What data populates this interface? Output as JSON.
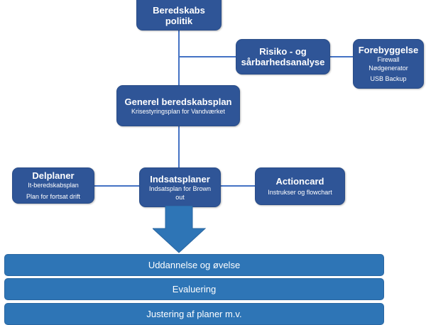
{
  "diagram": {
    "nodes": {
      "politik": {
        "title": "Beredskabs",
        "title2": "politik"
      },
      "risiko": {
        "title": "Risiko - og",
        "title2": "sårbarhedsanalyse"
      },
      "forebyggelse": {
        "title": "Forebyggelse",
        "items": [
          "Firewall",
          "Nødgenerator",
          "USB Backup"
        ]
      },
      "generel": {
        "title": "Generel beredskabsplan",
        "subtitle": "Krisestyringsplan for Vandværket"
      },
      "delplaner": {
        "title": "Delplaner",
        "items": [
          "It-beredskabsplan",
          "Plan for fortsat drift"
        ]
      },
      "indsatsplaner": {
        "title": "Indsatsplaner",
        "subtitle": "Indsatsplan for Brown",
        "subtitle2": "out"
      },
      "actioncard": {
        "title": "Actioncard",
        "subtitle": "Instrukser og flowchart"
      }
    },
    "steps": [
      "Uddannelse og øvelse",
      "Evaluering",
      "Justering af planer m.v."
    ],
    "colors": {
      "box": "#2f5597",
      "connector": "#4472c4",
      "step": "#2e75b6"
    }
  }
}
